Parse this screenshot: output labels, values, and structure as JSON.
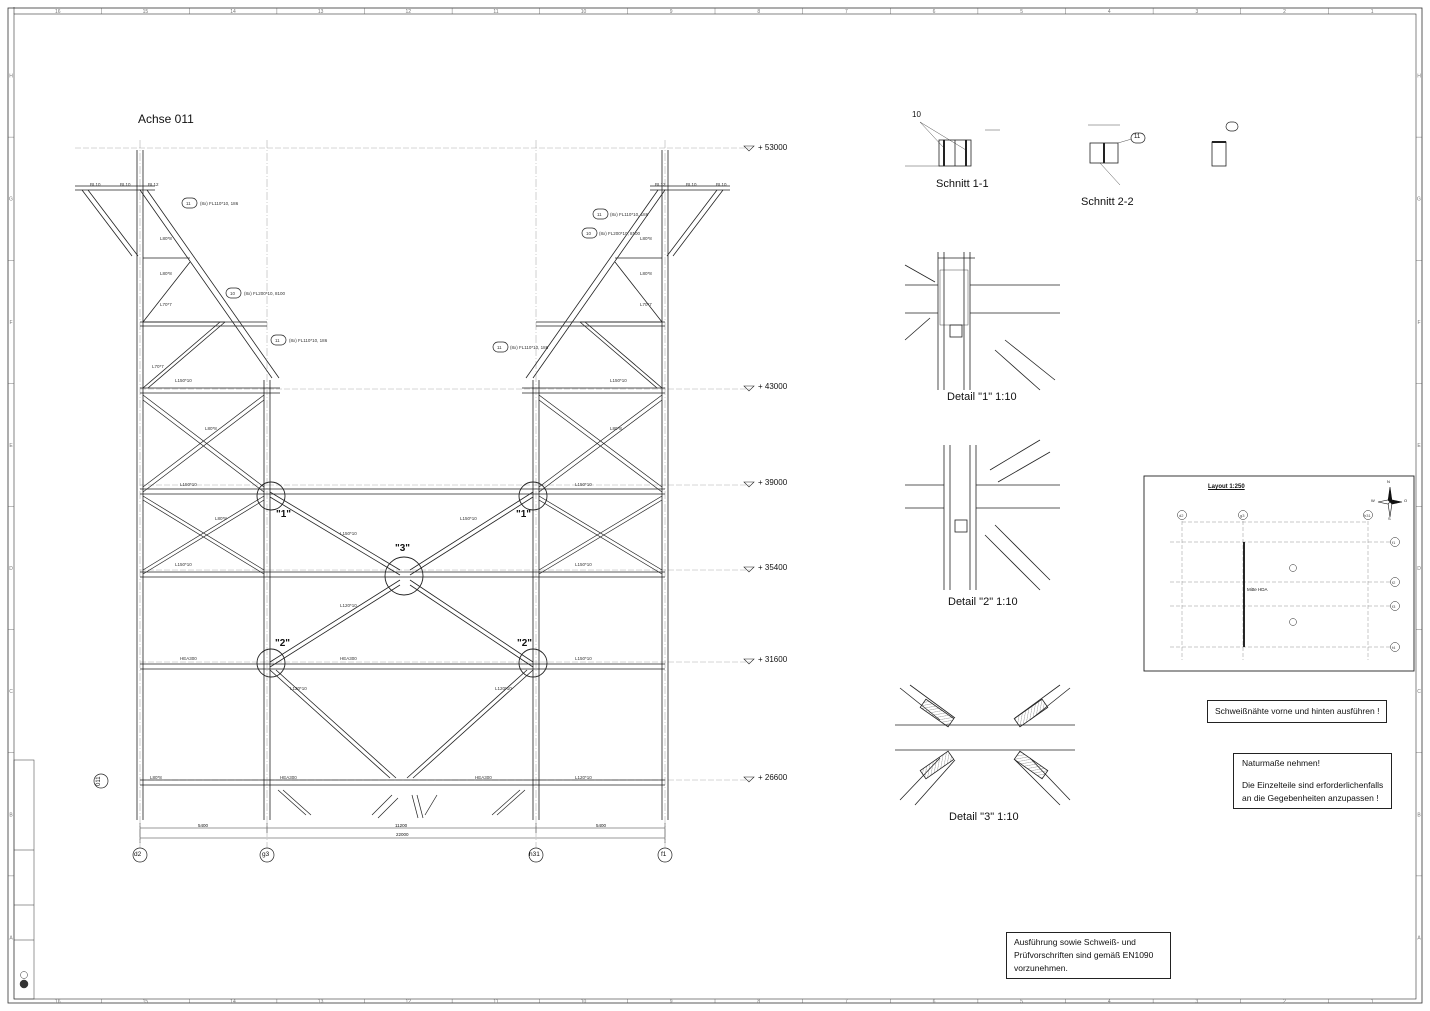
{
  "drawing": {
    "title": "Achse 011",
    "axis_marker": "011",
    "levels": [
      "+ 53000",
      "+ 43000",
      "+ 39000",
      "+ 35400",
      "+ 31600",
      "+ 26600"
    ],
    "axes": [
      "d2",
      "g3",
      "h31",
      "f1"
    ],
    "node_markers": [
      "\"1\"",
      "\"1\"",
      "\"2\"",
      "\"2\"",
      "\"3\""
    ],
    "dimensions": {
      "left": "5400",
      "middle": "11200",
      "right": "5400",
      "total": "22000"
    }
  },
  "sections": {
    "schnitt_1": "Schnitt 1-1",
    "schnitt_1_weld": "10",
    "schnitt_2": "Schnitt 2-2",
    "schnitt_2_tag": "11"
  },
  "details": {
    "detail_1": "Detail \"1\" 1:10",
    "detail_2": "Detail \"2\" 1:10",
    "detail_3": "Detail \"3\" 1:10"
  },
  "layout_box": {
    "title": "Layout 1:250",
    "compass_n": "N",
    "compass_s": "S",
    "compass_o": "O",
    "compass_w": "W",
    "label": "Mitte HDA",
    "grid_top": [
      "d2",
      "g3",
      "h31"
    ],
    "grid_right": [
      "f1",
      "f2",
      "f3",
      "f4"
    ]
  },
  "notes": {
    "weld": "Schweißnähte vorne und hinten ausführen !",
    "nature_1": "Naturmaße nehmen!",
    "nature_2": "Die Einzelteile sind erforderlichenfalls",
    "nature_3": "an die Gegebenheiten anzupassen !",
    "exec_1": "Ausführung sowie Schweiß- und",
    "exec_2": "Prüfvorschriften sind gemäß EN1090",
    "exec_3": "vorzunehmen."
  },
  "frame": {
    "columns": [
      "16",
      "15",
      "14",
      "13",
      "12",
      "11",
      "10",
      "9",
      "8",
      "7",
      "6",
      "5",
      "4",
      "3",
      "2",
      "1"
    ],
    "rows": [
      "H",
      "G",
      "F",
      "E",
      "D",
      "C",
      "B",
      "A"
    ]
  }
}
